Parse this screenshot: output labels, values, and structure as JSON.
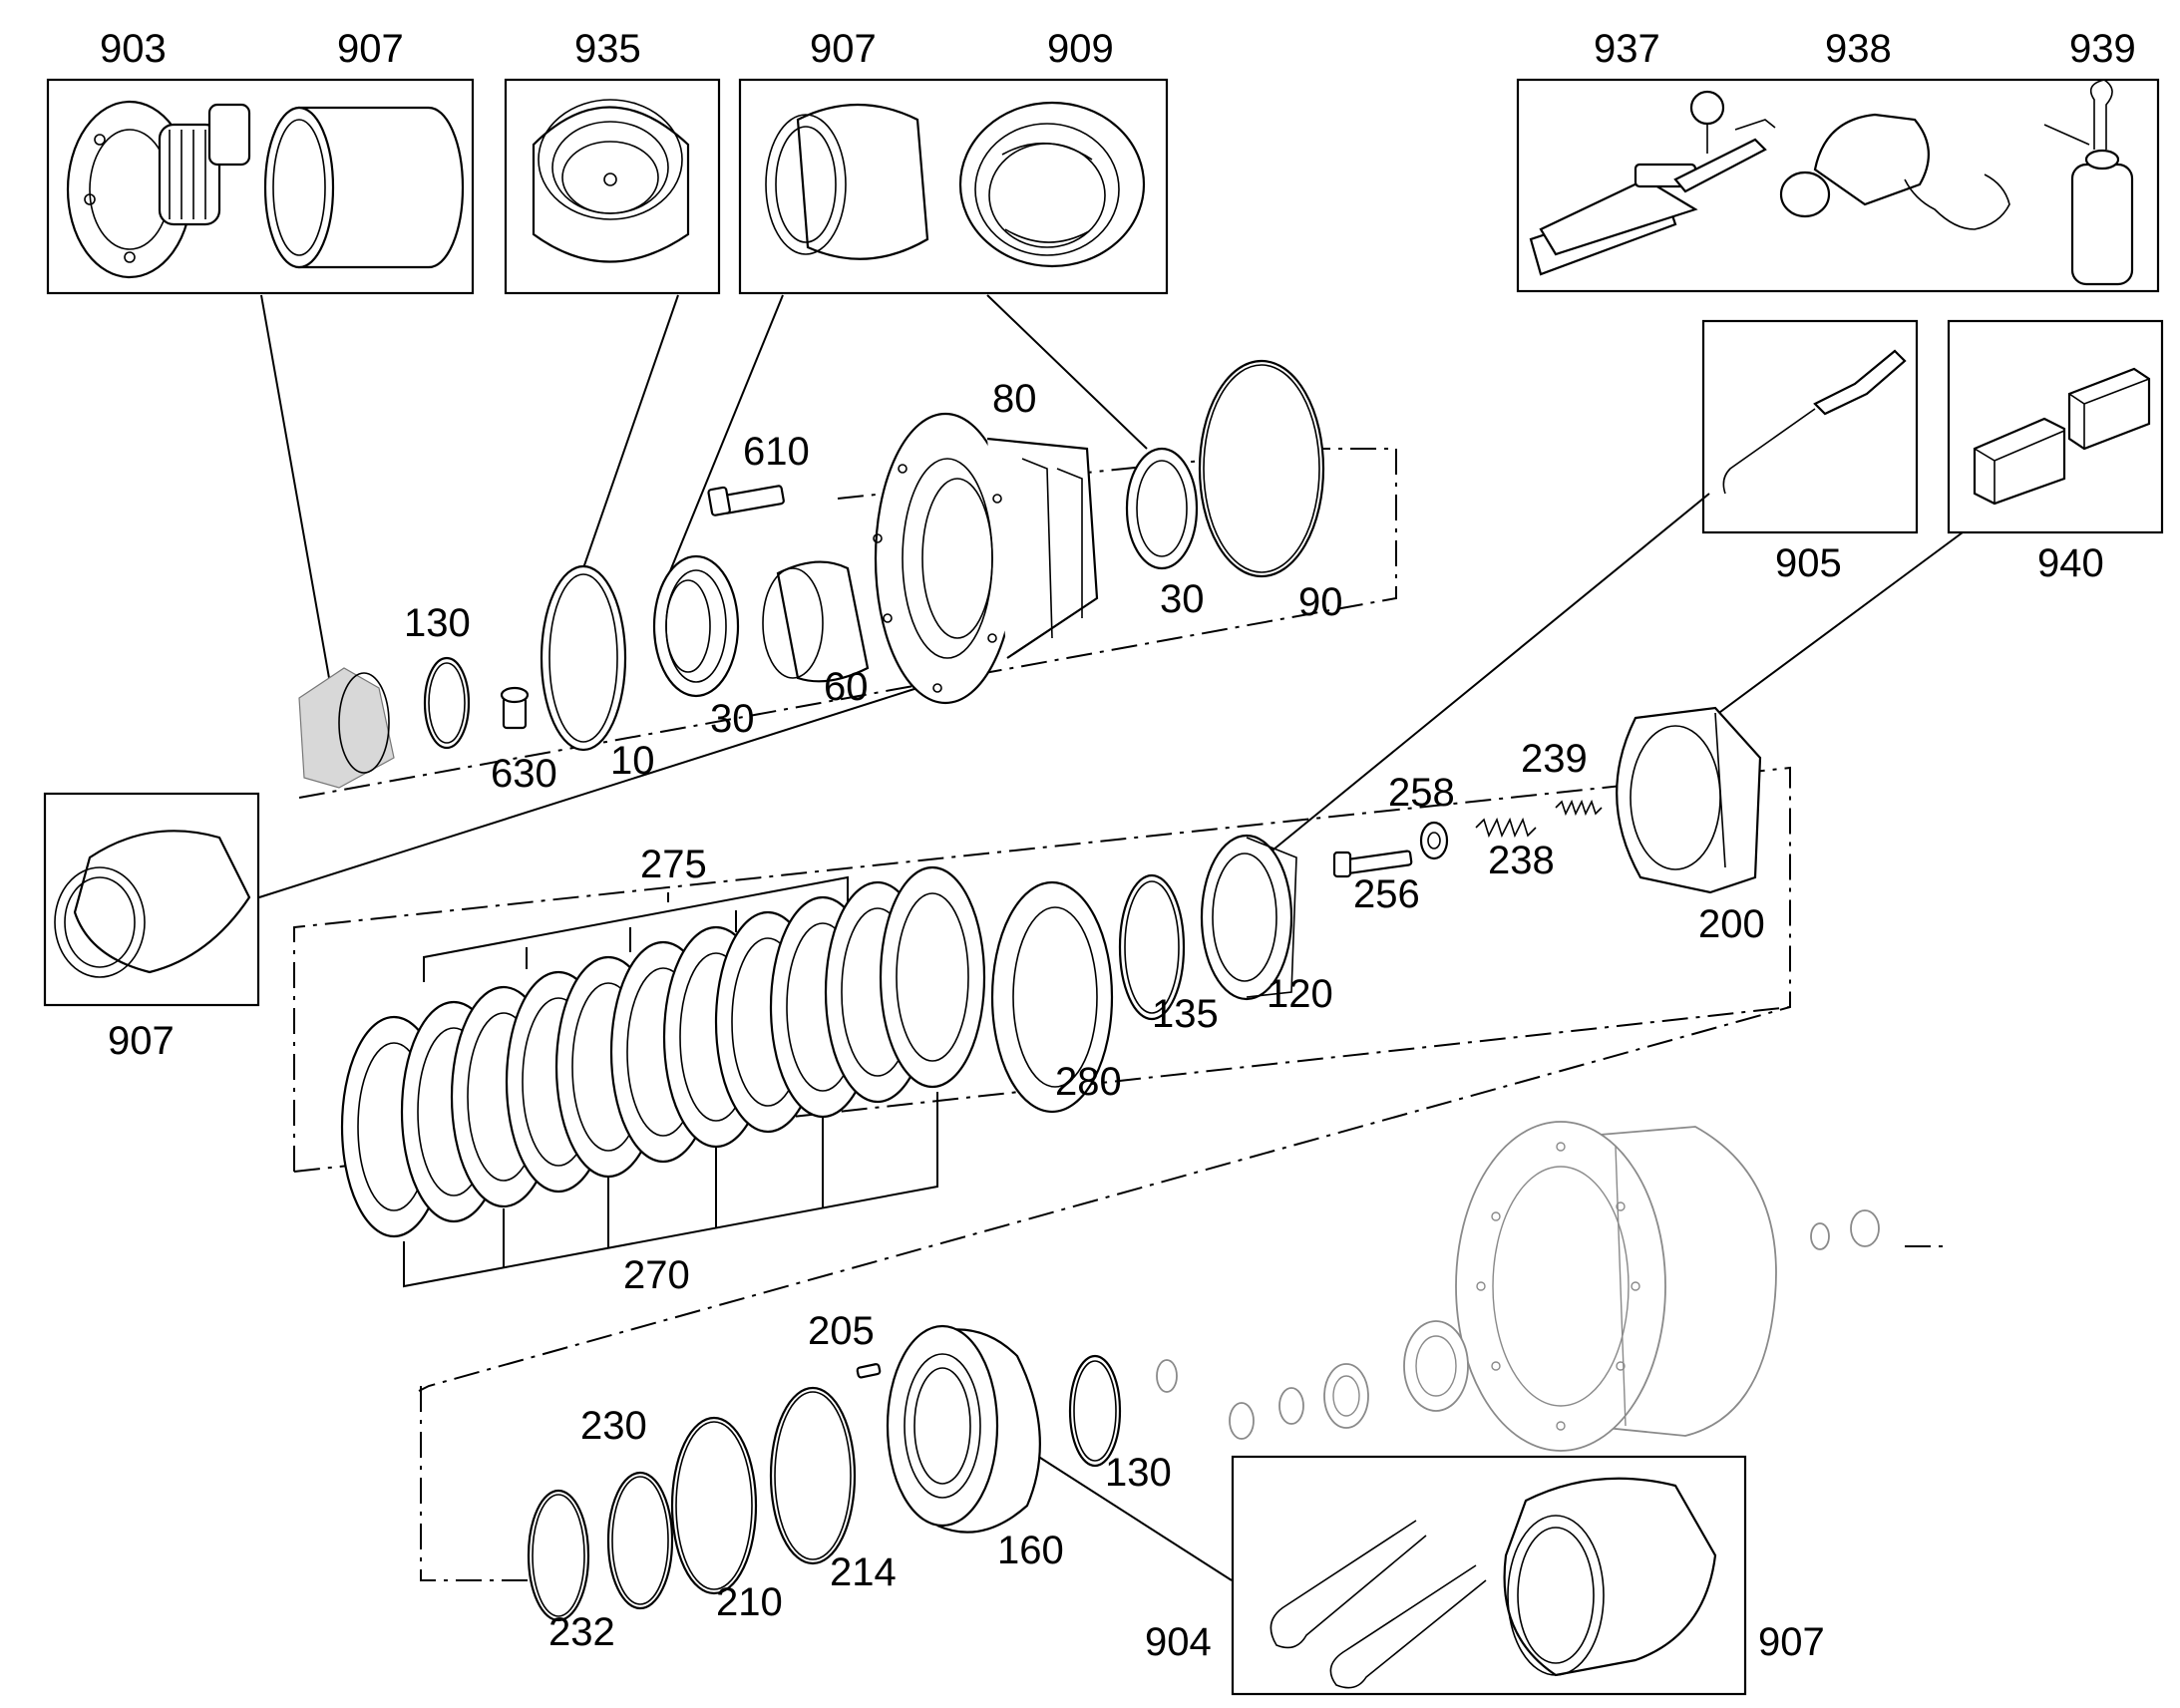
{
  "labels": {
    "l903": "903",
    "l907a": "907",
    "l935": "935",
    "l907b": "907",
    "l909": "909",
    "l937": "937",
    "l938": "938",
    "l939": "939",
    "l80": "80",
    "l610": "610",
    "l130a": "130",
    "l630": "630",
    "l10": "10",
    "l30a": "30",
    "l60": "60",
    "l30b": "30",
    "l90": "90",
    "l905": "905",
    "l940": "940",
    "l907c": "907",
    "l275": "275",
    "l258": "258",
    "l239": "239",
    "l238": "238",
    "l256": "256",
    "l200": "200",
    "l120": "120",
    "l135": "135",
    "l280": "280",
    "l270": "270",
    "l205": "205",
    "l230": "230",
    "l130b": "130",
    "l160": "160",
    "l214": "214",
    "l210": "210",
    "l232": "232",
    "l904": "904",
    "l907d": "907"
  }
}
